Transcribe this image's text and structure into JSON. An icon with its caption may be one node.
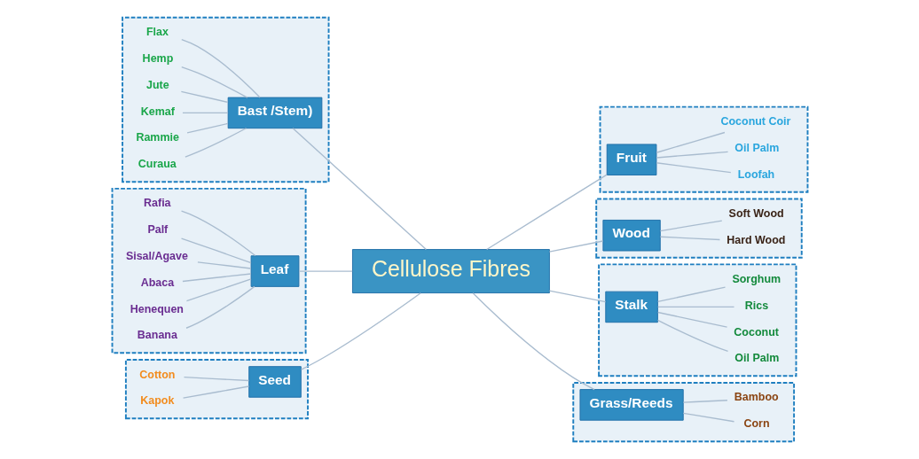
{
  "diagram": {
    "nodes": [
      {
        "text": [
          "Cellulose Fibres"
        ]
      },
      {
        "text": [],
        "shape": "box"
      },
      {
        "text": [
          "Bast /Stem)"
        ],
        "in": 1
      },
      {
        "text": [
          "Flax"
        ],
        "in": 1
      },
      {
        "text": [
          "Hemp"
        ],
        "in": 1
      },
      {
        "text": [
          "Jute"
        ],
        "in": 1
      },
      {
        "text": [
          "Kemaf"
        ],
        "in": 1
      },
      {
        "text": [
          "Rammie"
        ],
        "in": 1
      },
      {
        "text": [
          "Curaua"
        ],
        "in": 1
      },
      {
        "text": [],
        "shape": "box"
      },
      {
        "text": [
          "Leaf"
        ],
        "in": 9
      },
      {
        "text": [
          "Rafia"
        ],
        "in": 9
      },
      {
        "text": [
          "Palf"
        ],
        "in": 9
      },
      {
        "text": [
          "Sisal/Agave"
        ],
        "in": 9
      },
      {
        "text": [
          "Abaca"
        ],
        "in": 9
      },
      {
        "text": [
          "Henequen"
        ],
        "in": 9
      },
      {
        "text": [
          "Banana"
        ],
        "in": 9
      },
      {
        "text": [],
        "shape": "box"
      },
      {
        "text": [
          "Seed"
        ],
        "in": 17
      },
      {
        "text": [
          "Cotton"
        ],
        "in": 17
      },
      {
        "text": [
          "Kapok"
        ],
        "in": 17
      },
      {
        "text": [],
        "shape": "box"
      },
      {
        "text": [
          "Fruit"
        ],
        "in": 21
      },
      {
        "text": [
          "Coconut Coir"
        ],
        "in": 21
      },
      {
        "text": [
          "Oil Palm"
        ],
        "in": 21
      },
      {
        "text": [
          "Loofah"
        ],
        "in": 21
      },
      {
        "text": [],
        "shape": "box"
      },
      {
        "text": [
          "Wood"
        ],
        "in": 26
      },
      {
        "text": [
          "Soft Wood"
        ],
        "in": 26
      },
      {
        "text": [
          "Hard Wood"
        ],
        "in": 26
      },
      {
        "text": [],
        "shape": "box"
      },
      {
        "text": [
          "Stalk"
        ],
        "in": 30
      },
      {
        "text": [
          "Sorghum"
        ],
        "in": 30
      },
      {
        "text": [
          "Rics"
        ],
        "in": 30
      },
      {
        "text": [
          "Coconut"
        ],
        "in": 30
      },
      {
        "text": [
          "Oil Palm"
        ],
        "in": 30
      },
      {
        "text": [],
        "shape": "box"
      },
      {
        "text": [
          "Grass/Reeds"
        ],
        "in": 36
      },
      {
        "text": [
          "Bamboo"
        ],
        "in": 36
      },
      {
        "text": [
          "Corn"
        ],
        "in": 36
      }
    ],
    "edges": [
      {
        "from": 0,
        "to": 2,
        "arrow": "none"
      },
      {
        "from": 2,
        "to": 3,
        "arrow": "none"
      },
      {
        "from": 2,
        "to": 4,
        "arrow": "none"
      },
      {
        "from": 2,
        "to": 5,
        "arrow": "none"
      },
      {
        "from": 2,
        "to": 6,
        "arrow": "none"
      },
      {
        "from": 2,
        "to": 7,
        "arrow": "none"
      },
      {
        "from": 2,
        "to": 8,
        "arrow": "none"
      },
      {
        "from": 0,
        "to": 10,
        "arrow": "none"
      },
      {
        "from": 10,
        "to": 11,
        "arrow": "none"
      },
      {
        "from": 10,
        "to": 12,
        "arrow": "none"
      },
      {
        "from": 10,
        "to": 13,
        "arrow": "none"
      },
      {
        "from": 10,
        "to": 14,
        "arrow": "none"
      },
      {
        "from": 10,
        "to": 15,
        "arrow": "none"
      },
      {
        "from": 10,
        "to": 16,
        "arrow": "none"
      },
      {
        "from": 0,
        "to": 18,
        "arrow": "none"
      },
      {
        "from": 18,
        "to": 19,
        "arrow": "none"
      },
      {
        "from": 18,
        "to": 20,
        "arrow": "none"
      },
      {
        "from": 0,
        "to": 22,
        "arrow": "none"
      },
      {
        "from": 22,
        "to": 23,
        "arrow": "none"
      },
      {
        "from": 22,
        "to": 24,
        "arrow": "none"
      },
      {
        "from": 22,
        "to": 25,
        "arrow": "none"
      },
      {
        "from": 0,
        "to": 27,
        "arrow": "none"
      },
      {
        "from": 27,
        "to": 28,
        "arrow": "none"
      },
      {
        "from": 27,
        "to": 29,
        "arrow": "none"
      },
      {
        "from": 0,
        "to": 31,
        "arrow": "none"
      },
      {
        "from": 31,
        "to": 32,
        "arrow": "none"
      },
      {
        "from": 31,
        "to": 33,
        "arrow": "none"
      },
      {
        "from": 31,
        "to": 34,
        "arrow": "none"
      },
      {
        "from": 31,
        "to": 35,
        "arrow": "none"
      },
      {
        "from": 0,
        "to": 37,
        "arrow": "none"
      },
      {
        "from": 37,
        "to": 38,
        "arrow": "none"
      },
      {
        "from": 37,
        "to": 39,
        "arrow": "none"
      }
    ]
  }
}
